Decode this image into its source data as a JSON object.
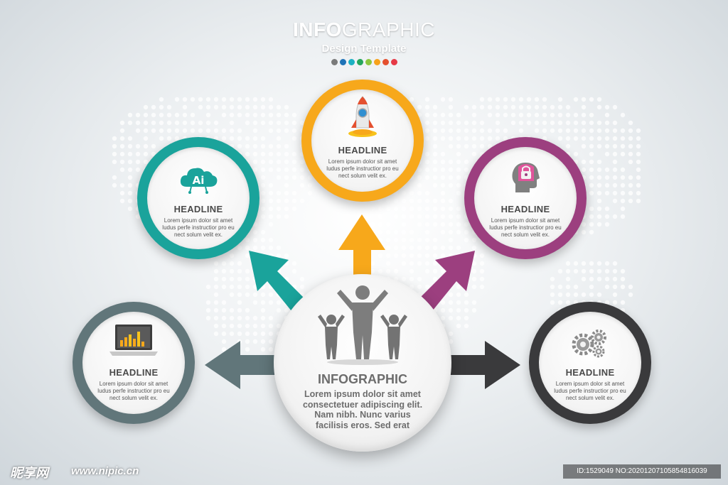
{
  "header": {
    "title_bold": "INFO",
    "title_light": "GRAPHIC",
    "subtitle": "Design Template",
    "dot_colors": [
      "#7a7a7a",
      "#1f73b7",
      "#1cb1c2",
      "#25a65b",
      "#8cc63f",
      "#f7a21b",
      "#e4502f",
      "#e63946"
    ]
  },
  "center": {
    "title": "INFOGRAPHIC",
    "body_lines": [
      "Lorem ipsum dolor sit amet",
      "consectetuer adipiscing elit.",
      "Nam nibh. Nunc varius",
      "facilisis eros. Sed erat"
    ],
    "icon": "people-group-icon"
  },
  "cards": [
    {
      "id": "teal",
      "color": "#1aa39b",
      "headline": "HEADLINE",
      "lines": [
        "Lorem ipsum dolor sit amet",
        "ludus perfe instructior pro eu",
        "nect solum velit ex."
      ],
      "icon": "ai-cloud-icon"
    },
    {
      "id": "orange",
      "color": "#f7a81b",
      "headline": "HEADLINE",
      "lines": [
        "Lorem ipsum dolor sit amet",
        "ludus perfe instructior pro eu",
        "nect solum velit ex."
      ],
      "icon": "rocket-icon"
    },
    {
      "id": "purple",
      "color": "#9c3f7f",
      "headline": "HEADLINE",
      "lines": [
        "Lorem ipsum dolor sit amet",
        "ludus perfe instructior pro eu",
        "nect solum velit ex."
      ],
      "icon": "head-lock-icon"
    },
    {
      "id": "gray",
      "color": "#61767a",
      "headline": "HEADLINE",
      "lines": [
        "Lorem ipsum dolor sit amet",
        "ludus perfe instructior pro eu",
        "nect solum velit ex."
      ],
      "icon": "laptop-chart-icon"
    },
    {
      "id": "dark",
      "color": "#3a3a3c",
      "headline": "HEADLINE",
      "lines": [
        "Lorem ipsum dolor sit amet",
        "ludus perfe instructior pro eu",
        "nect solum velit ex."
      ],
      "icon": "gears-icon"
    }
  ],
  "footer": {
    "logo": "昵享网",
    "url": "www.nipic.cn",
    "id_text": "ID:1529049 NO:20201207105854816039"
  }
}
